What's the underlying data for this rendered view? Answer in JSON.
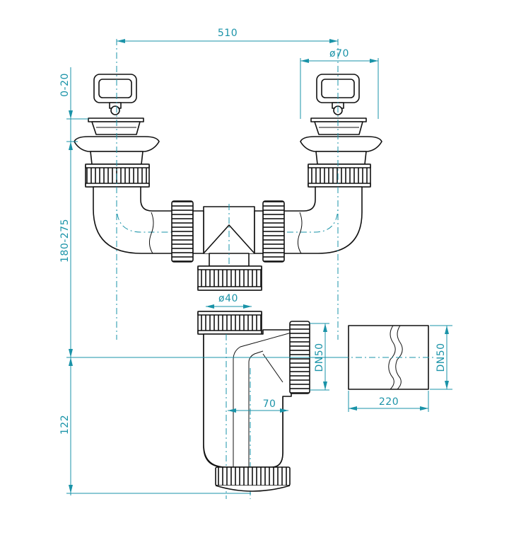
{
  "dimensions": {
    "width_between_outlets": "510",
    "strainer_diameter": "ø70",
    "outlet_diameter": "ø40",
    "outlet_size_horizontal": "DN50",
    "outlet_size_pipe": "DN50",
    "offset_70": "70",
    "pipe_length": "220",
    "height_top": "0-20",
    "height_middle": "180-275",
    "height_bottom": "122"
  },
  "colors": {
    "dimension_lines": "#1a93a8",
    "outline": "#111111",
    "background": "#ffffff"
  }
}
